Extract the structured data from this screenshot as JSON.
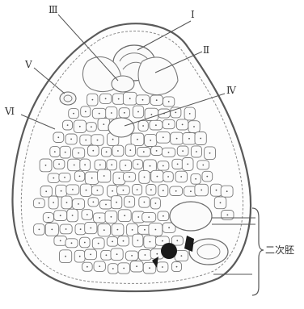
{
  "diagram": {
    "labels": {
      "I": "Ⅰ",
      "II": "Ⅱ",
      "III": "Ⅲ",
      "IV": "Ⅳ",
      "V": "Ⅴ",
      "VI": "Ⅵ",
      "secondary_stem": "二次胚"
    },
    "colors": {
      "outline": "#5a5a5a",
      "cell_stroke": "#7a7a7a",
      "cell_fill": "#fbfbfb",
      "dark_mass": "#1a1a1a",
      "leader": "#555555"
    }
  }
}
